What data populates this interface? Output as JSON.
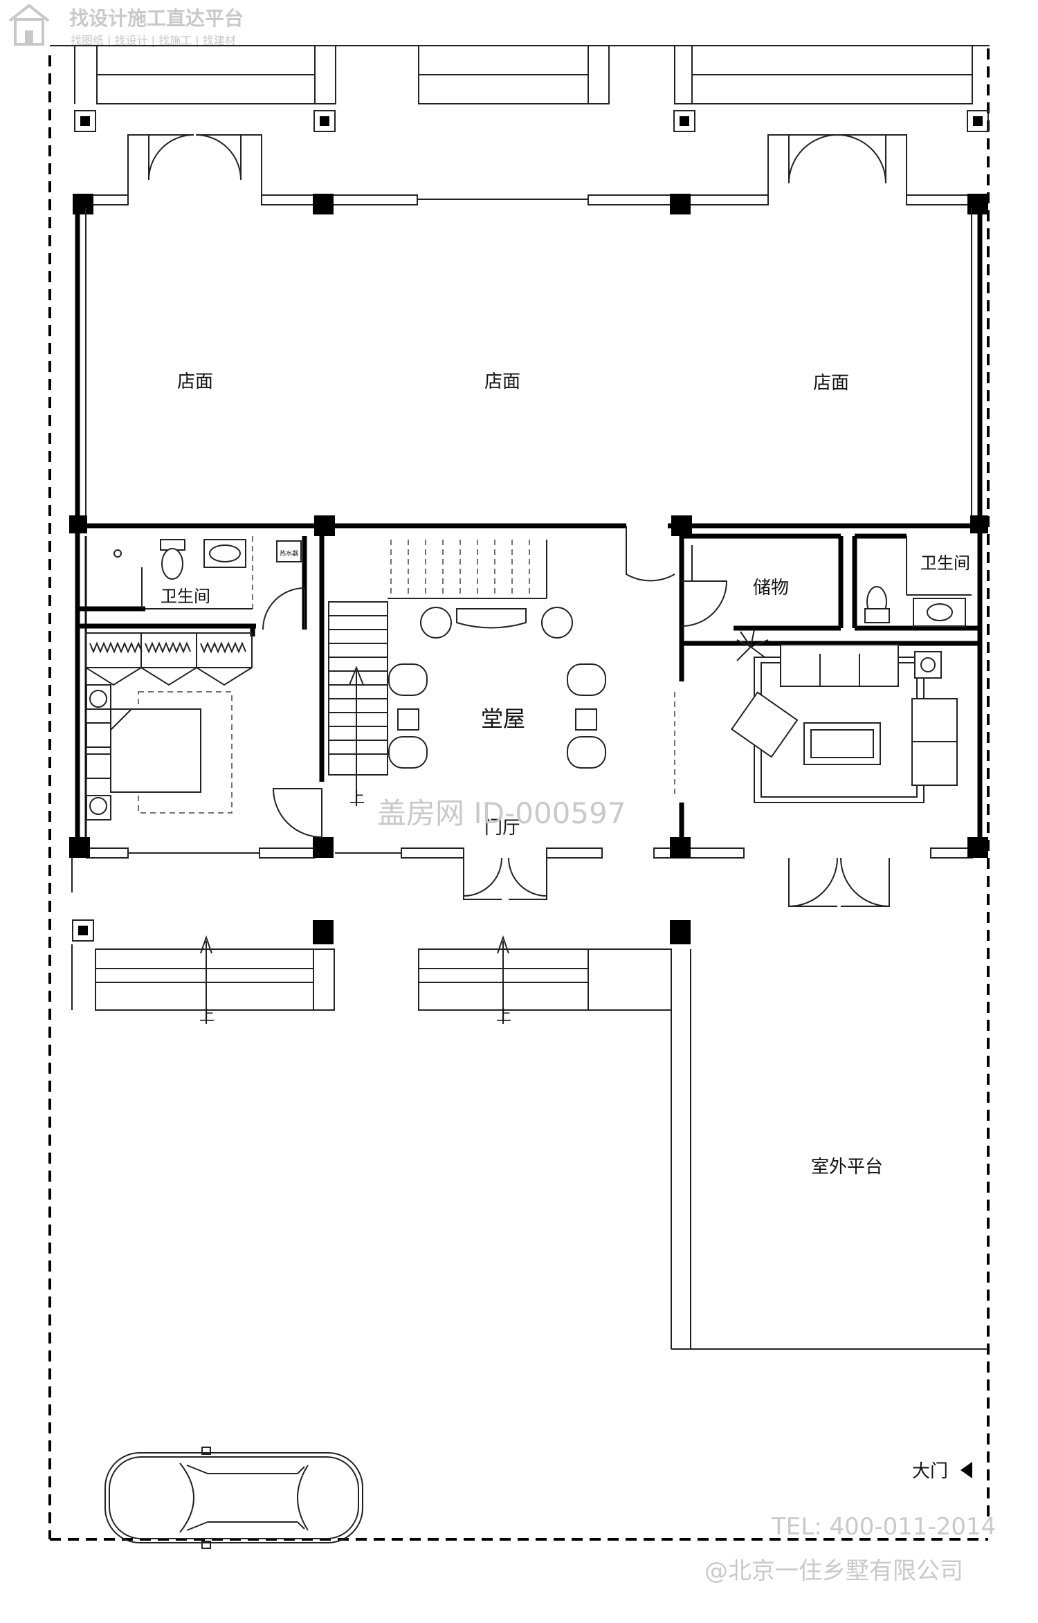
{
  "header": {
    "logo_title": "找设计施工直达平台",
    "logo_subtitle": "找图纸 | 找设计 | 找施工 | 找建材"
  },
  "rooms": {
    "shop_left": "店面",
    "shop_center": "店面",
    "shop_right": "店面",
    "bathroom_left": "卫生间",
    "bathroom_right": "卫生间",
    "storage": "储物",
    "main_hall": "堂屋",
    "foyer": "门厅",
    "outdoor_platform": "室外平台",
    "main_gate": "大门",
    "water_heater": "热水器"
  },
  "stair_labels": {
    "up_stair": "上",
    "up_left": "上",
    "up_right": "上"
  },
  "watermark": {
    "id": "盖房网 ID-000597",
    "phone": "TEL: 400-011-2014",
    "company": "@北京一住乡墅有限公司"
  },
  "colors": {
    "line": "#000000",
    "watermark": "#c9c9c9",
    "background": "#ffffff"
  }
}
